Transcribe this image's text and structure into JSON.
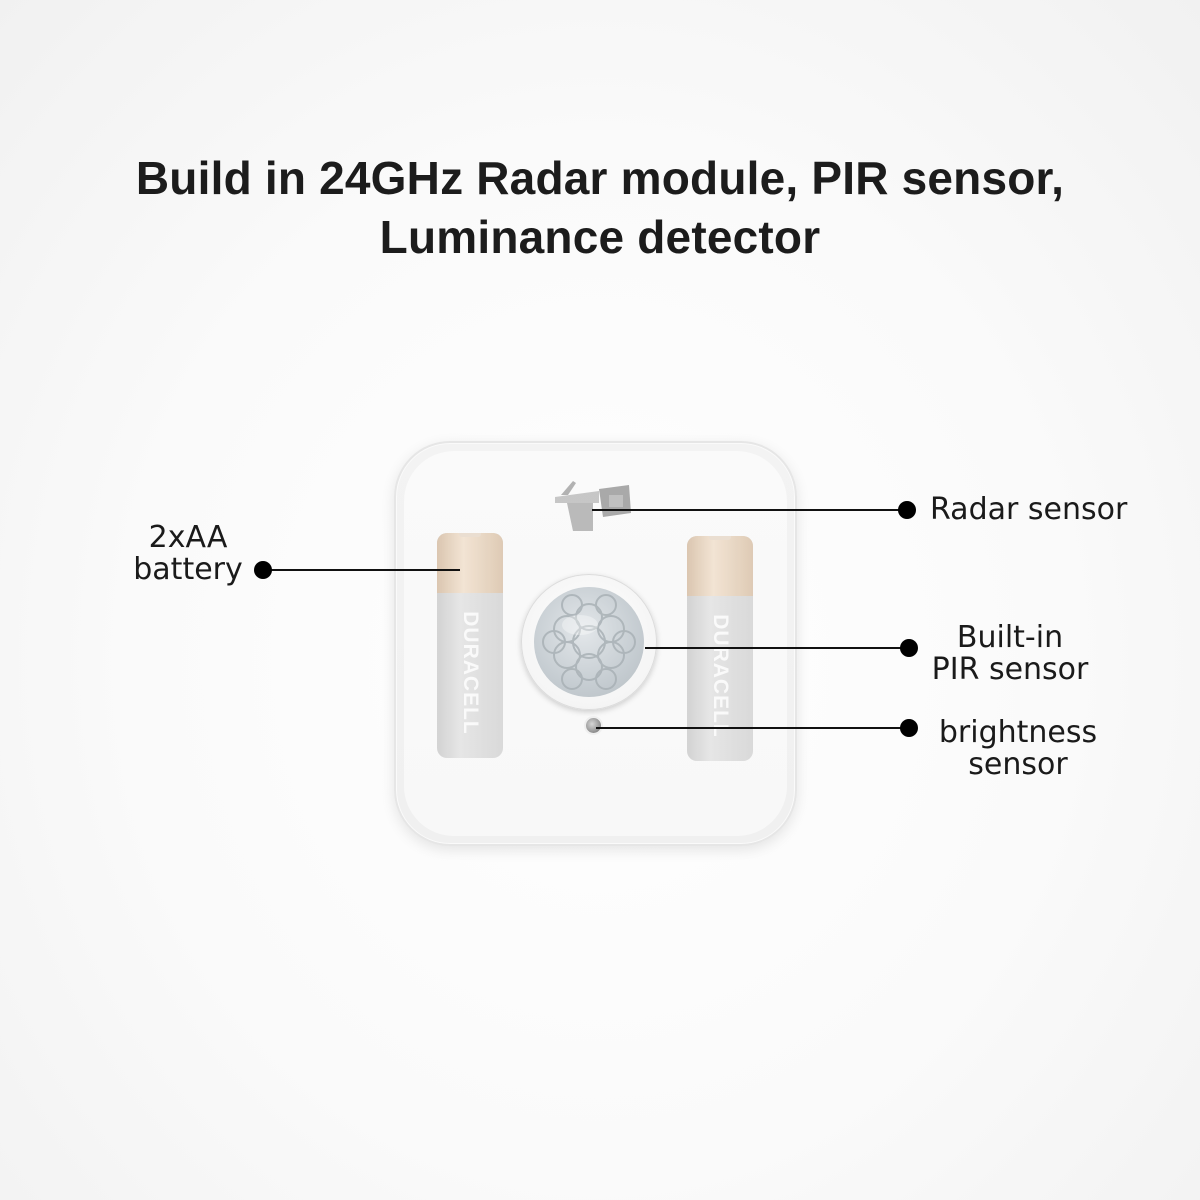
{
  "headline": {
    "line1": "Build in 24GHz Radar module, PIR sensor,",
    "line2": "Luminance detector"
  },
  "device": {
    "battery_brand": "DURACELL"
  },
  "callouts": {
    "battery": {
      "line1": "2xAA",
      "line2": "battery"
    },
    "radar": {
      "label": "Radar sensor"
    },
    "pir": {
      "line1": "Built-in",
      "line2": "PIR sensor"
    },
    "brightness": {
      "line1": "brightness",
      "line2": "sensor"
    }
  },
  "colors": {
    "text": "#1a1a1a",
    "leader_line": "#111111",
    "battery_cap": "#f2e2d0",
    "device_body": "#f2f2f2"
  }
}
